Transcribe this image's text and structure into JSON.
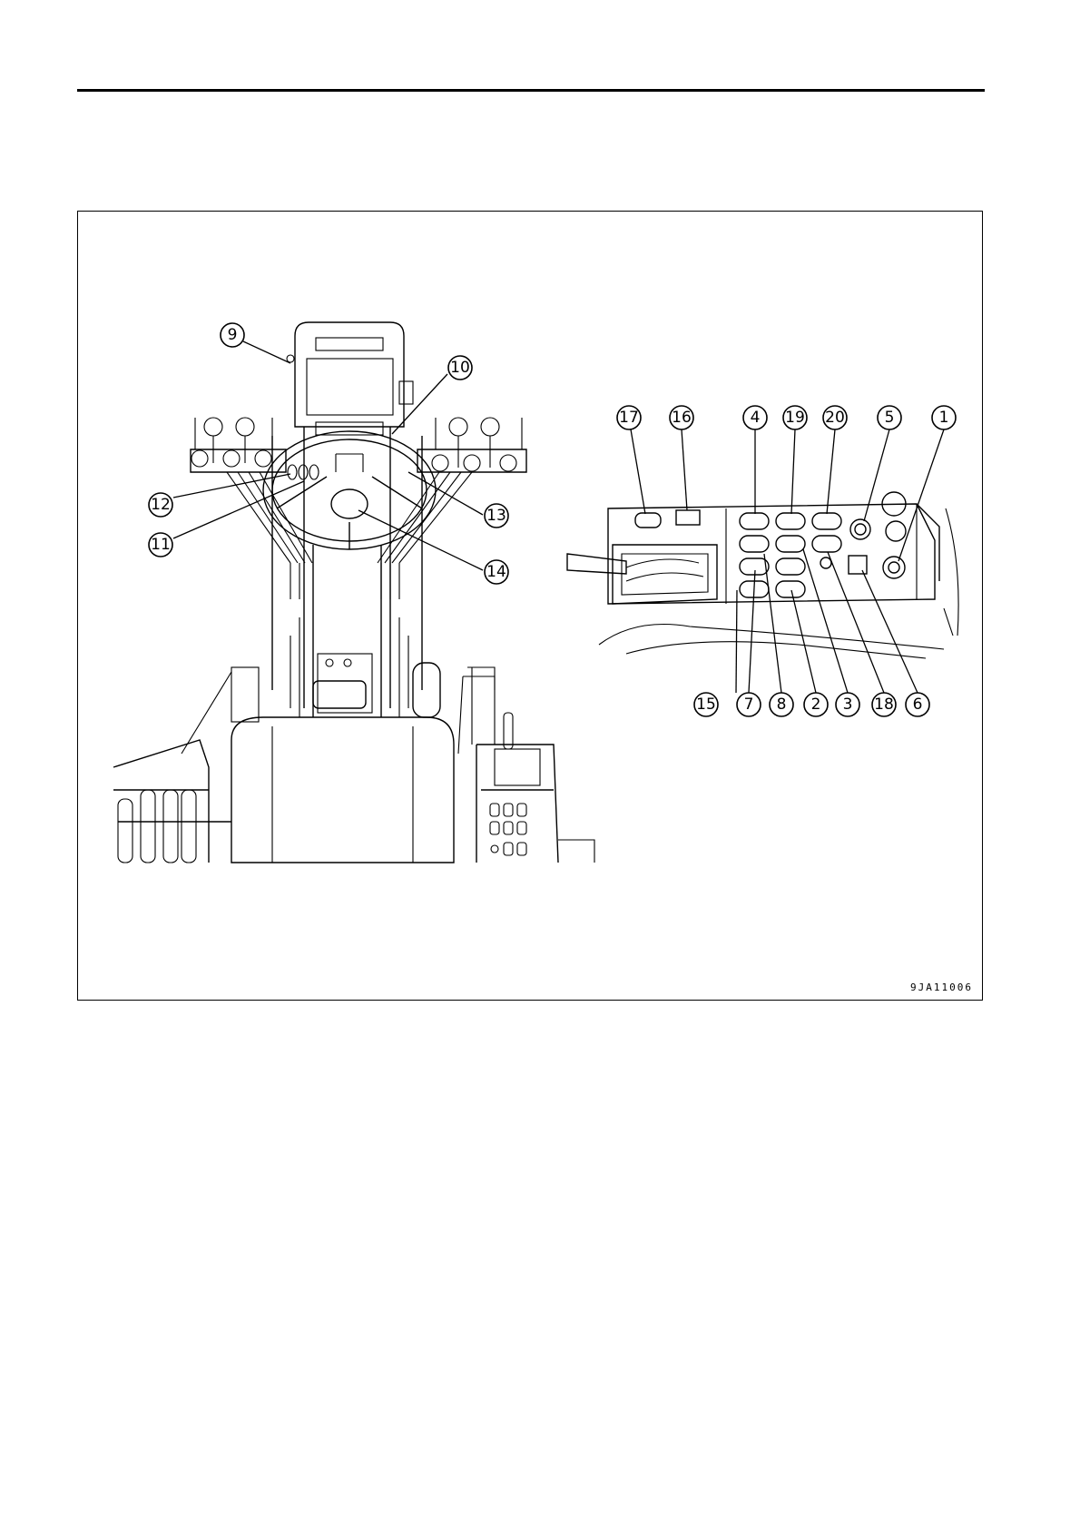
{
  "figure": {
    "code": "9JA11006",
    "callouts_left": [
      {
        "id": "c9",
        "label": "9"
      },
      {
        "id": "c10",
        "label": "10"
      },
      {
        "id": "c12",
        "label": "12"
      },
      {
        "id": "c11",
        "label": "11"
      },
      {
        "id": "c13",
        "label": "13"
      },
      {
        "id": "c14",
        "label": "14"
      }
    ],
    "callouts_right_top": [
      "17",
      "16",
      "4",
      "19",
      "20",
      "5",
      "1"
    ],
    "callouts_right_bottom": [
      "15",
      "7",
      "8",
      "2",
      "3",
      "18",
      "6"
    ]
  }
}
